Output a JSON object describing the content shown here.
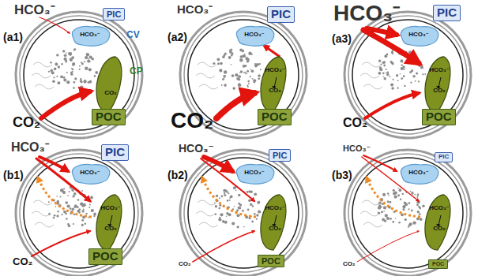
{
  "diagram": {
    "nodes": [
      {
        "text": [
          "PIC"
        ]
      },
      {
        "text": [
          "HCO₃⁻"
        ]
      },
      {
        "text": [
          "CO₂"
        ]
      },
      {
        "text": [
          "POC"
        ]
      },
      {
        "text": [
          "PIC"
        ]
      },
      {
        "text": [
          "HCO₃⁻"
        ]
      },
      {
        "text": [
          "HCO₃⁻",
          "CO₂"
        ]
      },
      {
        "text": [
          "POC"
        ]
      },
      {
        "text": [
          "PIC"
        ]
      },
      {
        "text": [
          "HCO₃⁻"
        ]
      },
      {
        "text": [
          "HCO₃⁻",
          "CO₂"
        ]
      },
      {
        "text": [
          "POC"
        ]
      },
      {
        "text": [
          "PIC"
        ]
      },
      {
        "text": [
          "HCO₃⁻"
        ]
      },
      {
        "text": [
          "HCO₃⁻",
          "CO₂"
        ]
      },
      {
        "text": [
          "POC"
        ]
      },
      {
        "text": [
          "PIC"
        ]
      },
      {
        "text": [
          "HCO₃⁻"
        ]
      },
      {
        "text": [
          "HCO₃⁻",
          "CO₂"
        ]
      },
      {
        "text": [
          "POC"
        ]
      },
      {
        "text": [
          "PIC"
        ]
      },
      {
        "text": [
          "HCO₃⁻"
        ]
      },
      {
        "text": [
          "HCO₃⁻",
          "CO₂"
        ]
      },
      {
        "text": [
          "POC"
        ]
      }
    ],
    "edges": [
      {
        "from": 6,
        "to": 5,
        "arrow": "to"
      }
    ],
    "labels": [
      "HCO₃⁻",
      "(a1)",
      "CV",
      "CP",
      "CO₂",
      "HCO₃⁻",
      "(a2)",
      "CO₂",
      "HCO₃⁻",
      "(a3)",
      "CO₂",
      "HCO₃⁻",
      "(b1)",
      "CO₂",
      "HCO₃⁻",
      "(b2)",
      "CO₂",
      "HCO₃⁻",
      "(b3)",
      "CO₂"
    ]
  }
}
